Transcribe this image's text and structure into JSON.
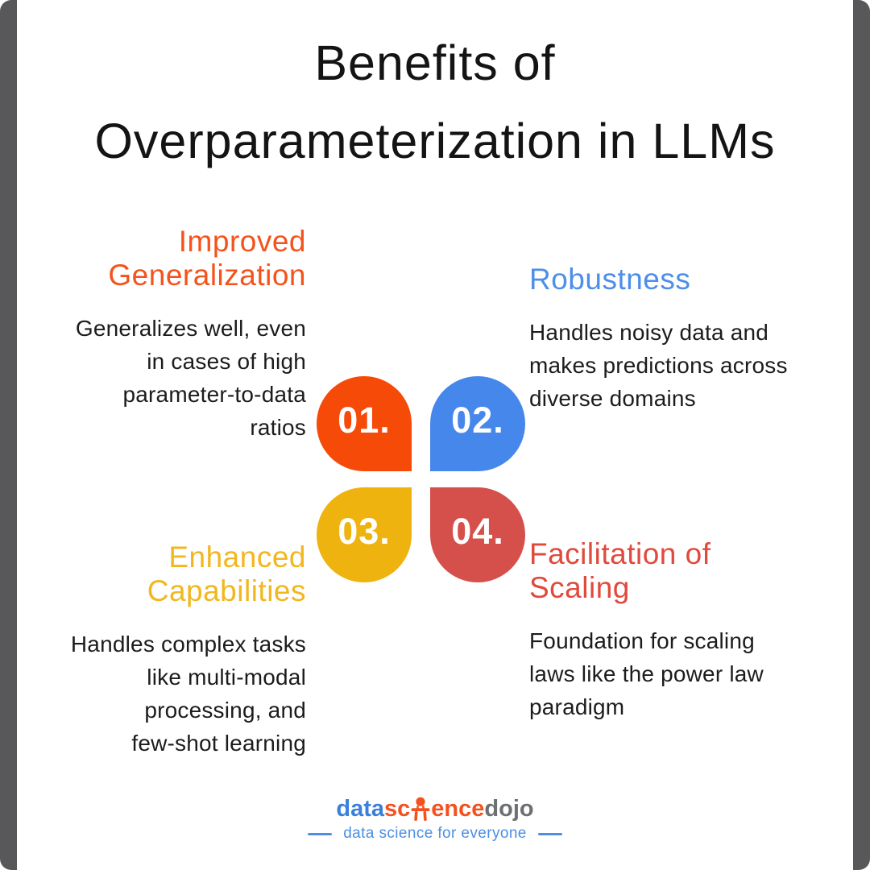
{
  "title": "Benefits of\nOverparameterization in LLMs",
  "frame_color": "#58585A",
  "sections": [
    {
      "number": "01.",
      "heading": "Improved\nGeneralization",
      "body": "Generalizes well, even\nin cases of high\nparameter-to-data\nratios",
      "heading_color": "#F4531B",
      "petal_color": "#F54A08"
    },
    {
      "number": "02.",
      "heading": "Robustness",
      "body": "Handles noisy data and\nmakes predictions across\ndiverse domains",
      "heading_color": "#4C8EE8",
      "petal_color": "#4687EC"
    },
    {
      "number": "03.",
      "heading": "Enhanced\nCapabilities",
      "body": "Handles complex tasks\nlike multi-modal\nprocessing, and\nfew-shot learning",
      "heading_color": "#F2B71E",
      "petal_color": "#EFB310"
    },
    {
      "number": "04.",
      "heading": "Facilitation of\nScaling",
      "body": "Foundation for scaling\nlaws like the power law\nparadigm",
      "heading_color": "#E04A3C",
      "petal_color": "#D5504A"
    }
  ],
  "logo": {
    "word_data": "data",
    "word_science_left": "sc",
    "word_science_right": "ence",
    "word_dojo": "dojo",
    "tagline": "data science for everyone",
    "color_data": "#3A7FD9",
    "color_science": "#F4511E",
    "color_dojo": "#6E6F72",
    "color_tagline": "#4A8FE4"
  }
}
